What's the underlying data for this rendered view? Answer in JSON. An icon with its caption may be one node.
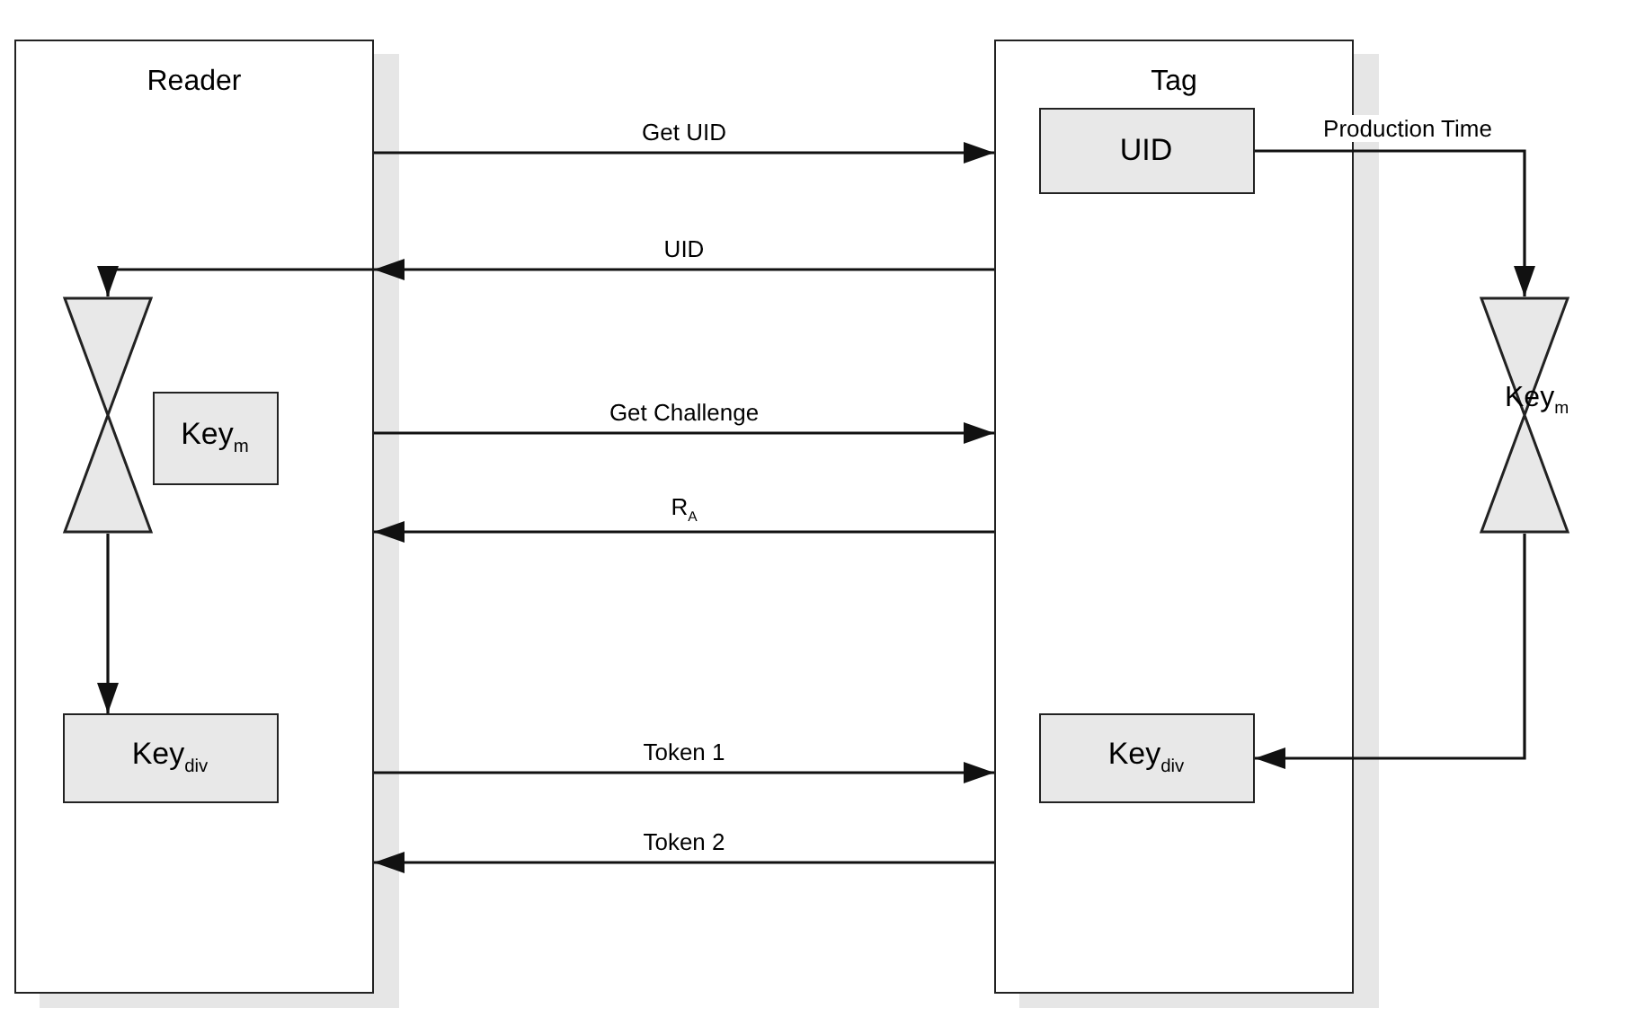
{
  "diagram": {
    "nodes": [
      {
        "text": [
          "Reader"
        ]
      },
      {
        "text": [],
        "shape": "hourglass",
        "in": 0
      },
      {
        "text": [
          "Key$_{m}$"
        ],
        "in": 0
      },
      {
        "text": [
          "Key$_{div}$"
        ],
        "in": 0
      },
      {
        "text": [
          "Tag"
        ]
      },
      {
        "text": [
          "UID"
        ],
        "in": 4
      },
      {
        "text": [
          "Key$_{div}$"
        ],
        "in": 4
      },
      {
        "text": [],
        "shape": "hourglass",
        "beside": [
          "Key$_{m}$"
        ]
      }
    ],
    "edges": [
      {
        "from": 0,
        "to": 4,
        "arrow": "to",
        "label": "Get UID"
      },
      {
        "from": 4,
        "to": 0,
        "arrow": "to",
        "label": "UID"
      },
      {
        "from": 0,
        "to": 1,
        "arrow": "to"
      },
      {
        "from": 1,
        "to": 3,
        "arrow": "to"
      },
      {
        "from": 0,
        "to": 4,
        "arrow": "to",
        "label": "Get Challenge"
      },
      {
        "from": 4,
        "to": 0,
        "arrow": "to",
        "label": "R$_{A}$"
      },
      {
        "from": 0,
        "to": 4,
        "arrow": "to",
        "label": "Token 1"
      },
      {
        "from": 4,
        "to": 0,
        "arrow": "to",
        "label": "Token 2"
      },
      {
        "from": 5,
        "to": 7,
        "arrow": "to",
        "label": "Production Time"
      },
      {
        "from": 7,
        "to": 6,
        "arrow": "to"
      }
    ]
  }
}
